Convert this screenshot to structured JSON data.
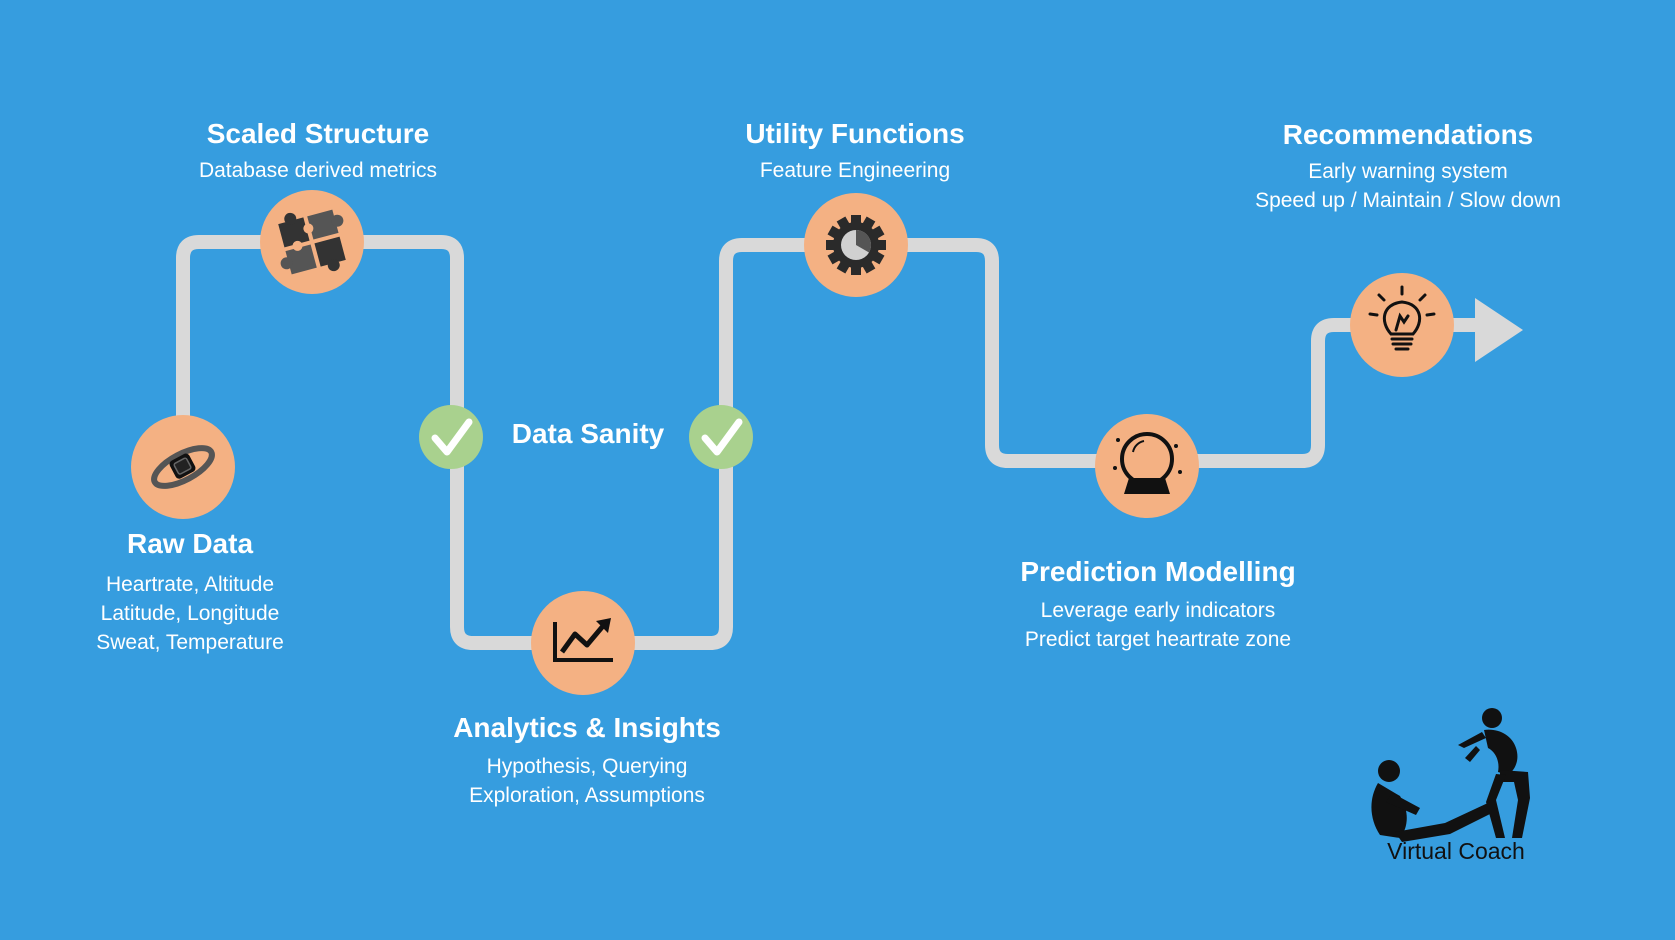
{
  "colors": {
    "background": "#369ddf",
    "track": "#d9d9d9",
    "node": "#f4b183",
    "check": "#a9d18e",
    "icon": "#1a1a1a",
    "text": "#ffffff"
  },
  "stages": {
    "raw_data": {
      "title": "Raw Data",
      "lines": [
        "Heartrate, Altitude",
        "Latitude, Longitude",
        "Sweat, Temperature"
      ],
      "icon": "smartwatch-icon"
    },
    "scaled_structure": {
      "title": "Scaled Structure",
      "lines": [
        "Database derived metrics"
      ],
      "icon": "puzzle-icon"
    },
    "data_sanity": {
      "title": "Data Sanity",
      "icon": "checkmark-icon"
    },
    "analytics": {
      "title": "Analytics & Insights",
      "lines": [
        "Hypothesis, Querying",
        "Exploration, Assumptions"
      ],
      "icon": "trend-chart-icon"
    },
    "utility_functions": {
      "title": "Utility Functions",
      "lines": [
        "Feature Engineering"
      ],
      "icon": "gear-icon"
    },
    "prediction": {
      "title": "Prediction Modelling",
      "lines": [
        "Leverage early indicators",
        "Predict target heartrate zone"
      ],
      "icon": "crystal-ball-icon"
    },
    "recommendations": {
      "title": "Recommendations",
      "lines": [
        "Early warning system",
        "Speed up / Maintain / Slow down"
      ],
      "icon": "lightbulb-icon"
    }
  },
  "brand": {
    "label": "Virtual Coach",
    "icon": "fitness-figures-icon"
  }
}
